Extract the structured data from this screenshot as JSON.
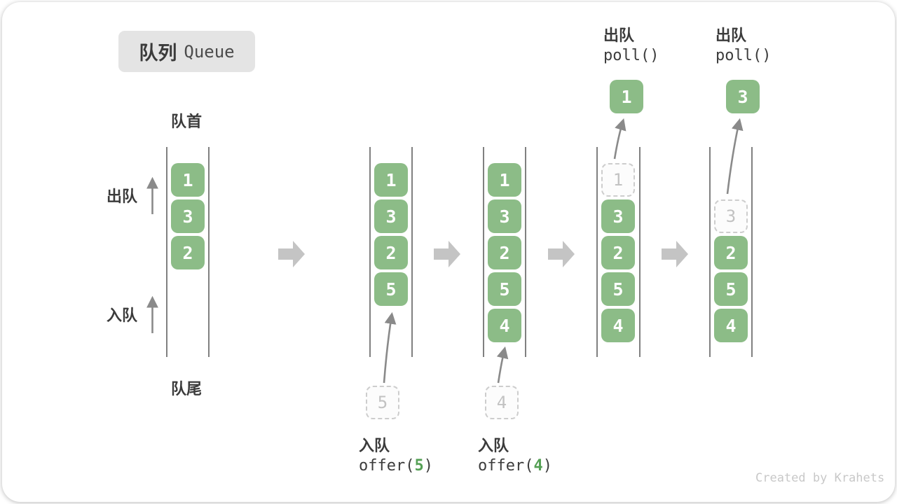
{
  "title": {
    "zh": "队列",
    "en": "Queue"
  },
  "labels": {
    "front": "队首",
    "rear": "队尾",
    "dequeue": "出队",
    "enqueue": "入队"
  },
  "watermark": "Created by Krahets",
  "colors": {
    "box_green": "#8cbc87",
    "box_text": "#ffffff",
    "ghost_border": "#cdcdcd",
    "ghost_text": "#c2c2c2",
    "container_line": "#606060",
    "thin_arrow": "#8a8a8a",
    "big_arrow": "#c4c4c4",
    "text_dark": "#3c3c3c",
    "code_arg_green": "#55a055",
    "badge_bg": "#e4e4e4",
    "watermark_gray": "#c8c8c8"
  },
  "states": {
    "s1": {
      "cells": [
        "1",
        "3",
        "2"
      ]
    },
    "s2": {
      "cells": [
        "1",
        "3",
        "2",
        "5"
      ],
      "ghost": "5",
      "op": {
        "label": "入队",
        "fn": "offer(",
        "arg": "5",
        "close": ")"
      }
    },
    "s3": {
      "cells": [
        "1",
        "3",
        "2",
        "5",
        "4"
      ],
      "ghost": "4",
      "op": {
        "label": "入队",
        "fn": "offer(",
        "arg": "4",
        "close": ")"
      }
    },
    "s4": {
      "ghost": "1",
      "cells": [
        "3",
        "2",
        "5",
        "4"
      ],
      "popped": "1",
      "op": {
        "label": "出队",
        "code": "poll()"
      }
    },
    "s5": {
      "ghost": "3",
      "cells": [
        "2",
        "5",
        "4"
      ],
      "popped": "3",
      "op": {
        "label": "出队",
        "code": "poll()"
      }
    }
  }
}
